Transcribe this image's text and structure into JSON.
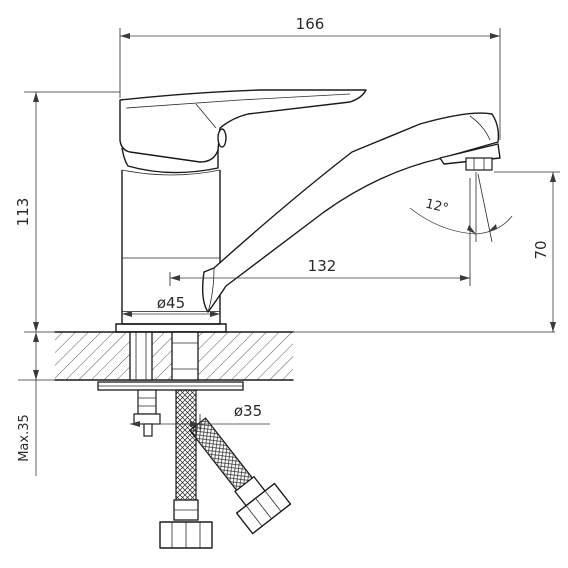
{
  "dimensions": {
    "overall_width": "166",
    "body_height": "113",
    "spout_reach": "132",
    "spout_height": "70",
    "base_diameter": "ø45",
    "shank_diameter": "ø35",
    "max_thickness": "Max.35",
    "spout_angle": "12°"
  }
}
